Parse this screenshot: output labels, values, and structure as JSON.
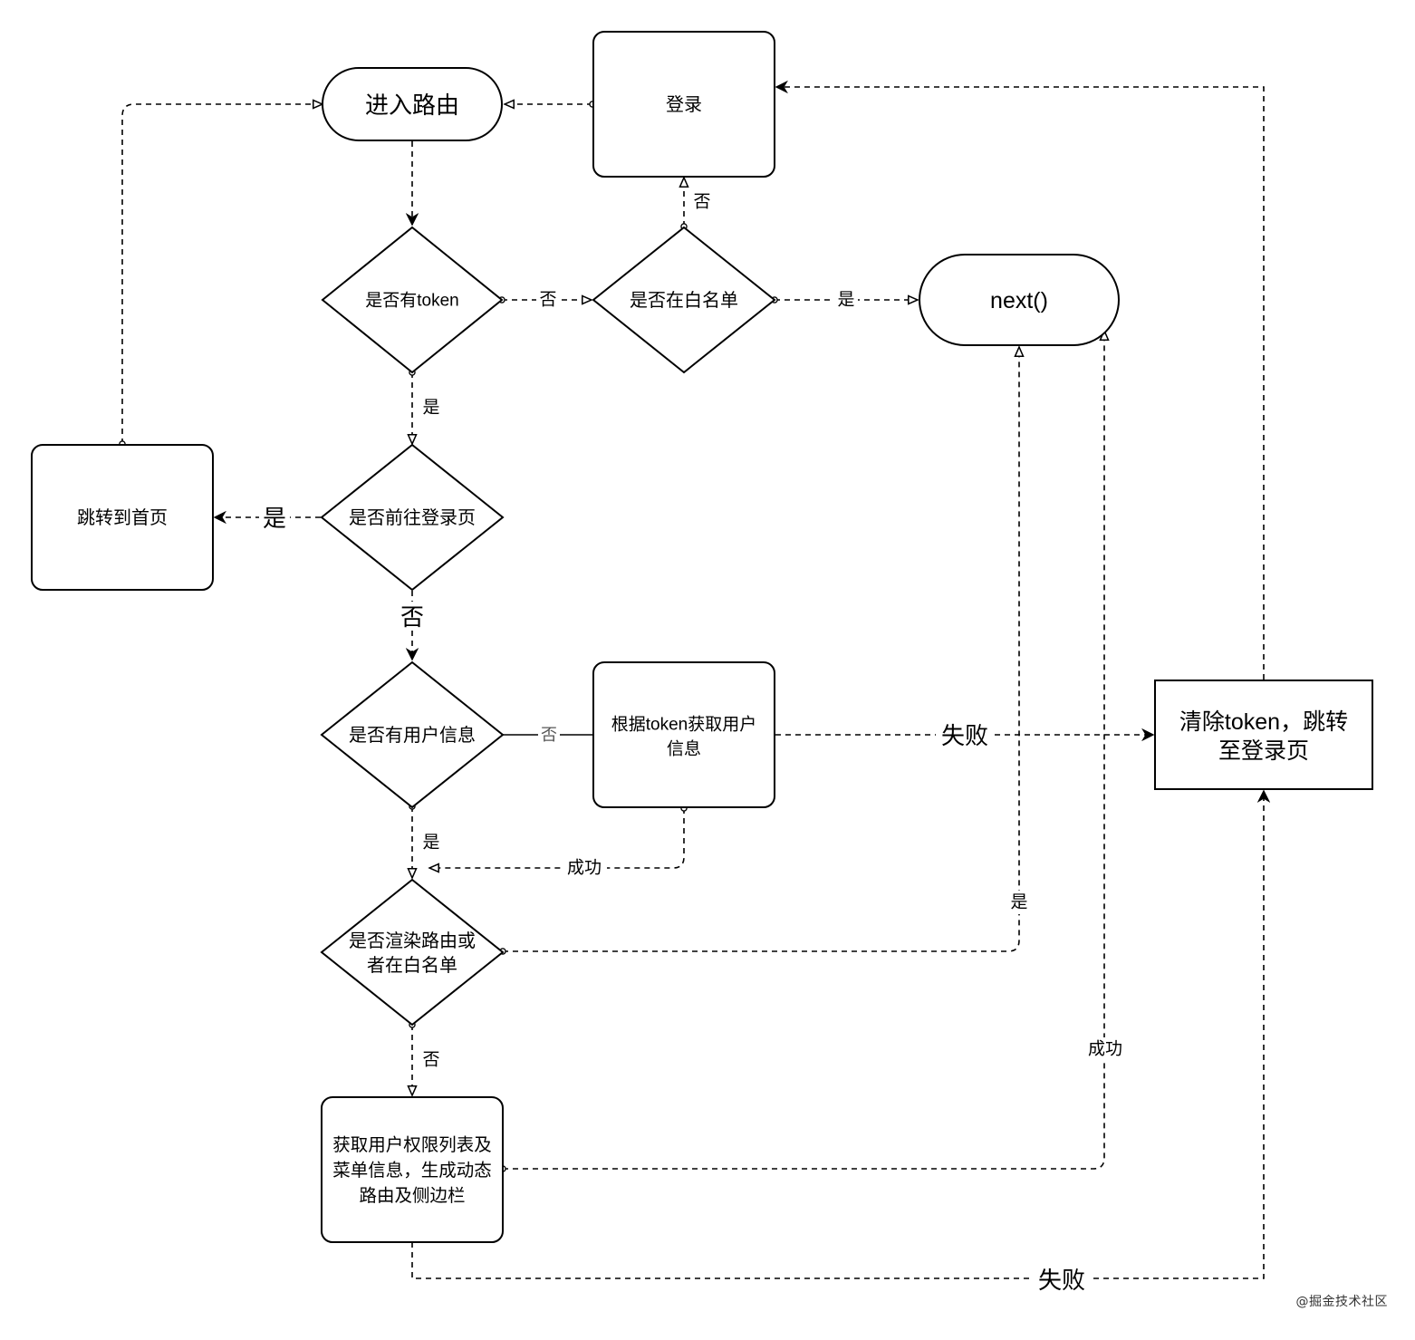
{
  "nodes": {
    "enter_route": "进入路由",
    "login": "登录",
    "has_token": "是否有token",
    "in_whitelist": "是否在白名单",
    "next": "next()",
    "goto_login_page": "是否前往登录页",
    "redirect_home": "跳转到首页",
    "has_user_info": "是否有用户信息",
    "fetch_user_info_line1": "根据token获取用户",
    "fetch_user_info_line2": "信息",
    "clear_token_line1": "清除token，跳转",
    "clear_token_line2": "至登录页",
    "rendered_routes_line1": "是否渲染路由或",
    "rendered_routes_line2": "者在白名单",
    "fetch_permissions_line1": "获取用户权限列表及",
    "fetch_permissions_line2": "菜单信息，生成动态",
    "fetch_permissions_line3": "路由及侧边栏"
  },
  "edge_labels": {
    "whitelist_no": "否",
    "token_no": "否",
    "whitelist_yes": "是",
    "token_yes": "是",
    "goto_login_yes": "是",
    "goto_login_no": "否",
    "user_info_no": "否",
    "fetch_fail": "失败",
    "user_info_yes": "是",
    "fetch_success": "成功",
    "rendered_yes": "是",
    "rendered_no": "否",
    "permissions_success": "成功",
    "permissions_fail": "失败"
  },
  "watermark": "@掘金技术社区"
}
